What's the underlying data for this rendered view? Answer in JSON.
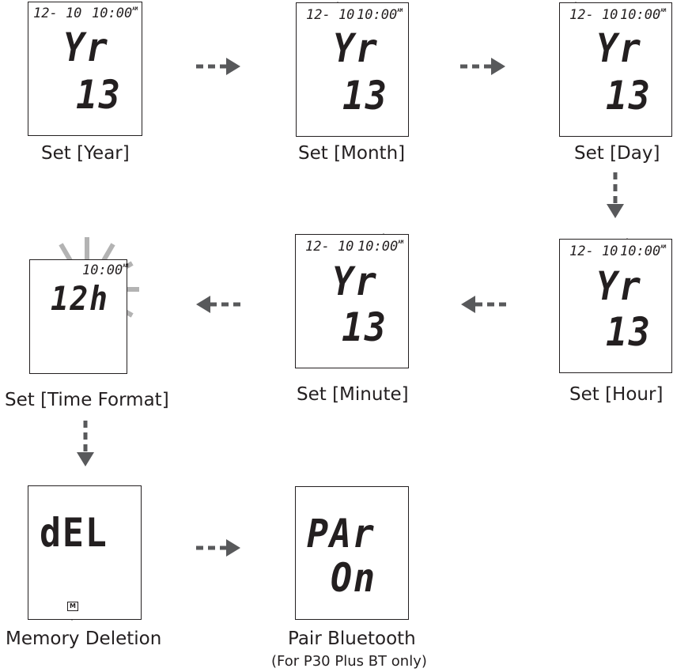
{
  "screens": {
    "year": {
      "date": "12- 10",
      "time": "10:00",
      "ampm": "AM",
      "top": "Yr",
      "bottom": "13",
      "caption": "Set [Year]",
      "blinking": "year"
    },
    "month": {
      "date": "12- 10",
      "time": "10:00",
      "ampm": "AM",
      "top": "Yr",
      "bottom": "13",
      "caption": "Set [Month]",
      "blinking": "month"
    },
    "day": {
      "date": "12- 10",
      "time": "10:00",
      "ampm": "AM",
      "top": "Yr",
      "bottom": "13",
      "caption": "Set [Day]",
      "blinking": "day"
    },
    "hour": {
      "date": "12- 10",
      "time": "10:00",
      "ampm": "AM",
      "top": "Yr",
      "bottom": "13",
      "caption": "Set [Hour]",
      "blinking": "hour"
    },
    "minute": {
      "date": "12- 10",
      "time": "10:00",
      "ampm": "AM",
      "top": "Yr",
      "bottom": "13",
      "caption": "Set [Minute]",
      "blinking": "minute"
    },
    "format": {
      "time": "10:00",
      "ampm": "AM",
      "main": "12h",
      "caption": "Set [Time Format]",
      "blinking": "format"
    },
    "memory": {
      "main": "dEL",
      "icon": "M",
      "caption": "Memory Deletion",
      "blinking": "memory-icon"
    },
    "pair": {
      "top": "PAr",
      "bottom": "On",
      "caption": "Pair Bluetooth",
      "subcaption": "(For P30 Plus BT only)"
    }
  },
  "flow": [
    "year",
    "month",
    "day",
    "hour",
    "minute",
    "format",
    "memory",
    "pair"
  ],
  "colors": {
    "ink": "#231f20",
    "arrow": "#58595b",
    "blink": "#b3b3b3"
  }
}
